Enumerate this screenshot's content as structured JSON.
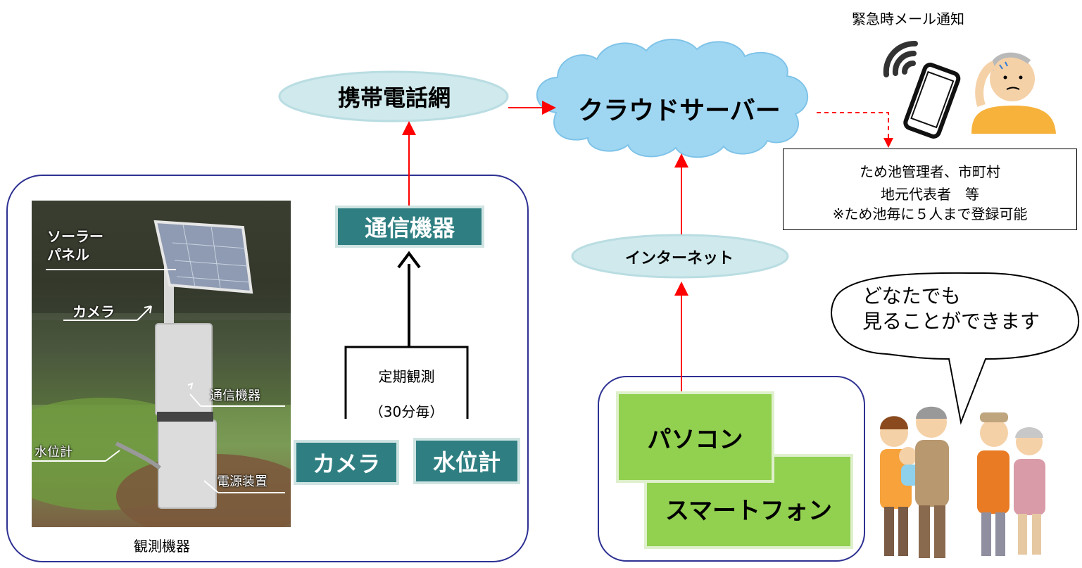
{
  "nodes": {
    "mobile_network": "携帯電話網",
    "cloud_server": "クラウドサーバー",
    "comm_device": "通信機器",
    "internet": "インターネット",
    "camera": "カメラ",
    "water_gauge": "水位計",
    "pc": "パソコン",
    "smartphone": "スマートフォン"
  },
  "observation": {
    "title_line1": "定期観測",
    "title_line2": "（30分毎）",
    "caption": "観測機器"
  },
  "photo_labels": {
    "solar_line1": "ソーラー",
    "solar_line2": "パネル",
    "camera": "カメラ",
    "comm": "通信機器",
    "water": "水位計",
    "power": "電源装置"
  },
  "alert": {
    "title": "緊急時メール通知",
    "line1": "ため池管理者、市町村",
    "line2": "地元代表者　等",
    "line3": "※ため池毎に５人まで登録可能"
  },
  "speech": {
    "line1": "どなたでも",
    "line2": "見ることができます"
  },
  "colors": {
    "arrow_red": "#ff0000",
    "teal": "#2f7f82",
    "green": "#92d050",
    "cloud": "#9fd7f3",
    "ellipse": "#cfe9ec",
    "frame": "#2e3192"
  }
}
